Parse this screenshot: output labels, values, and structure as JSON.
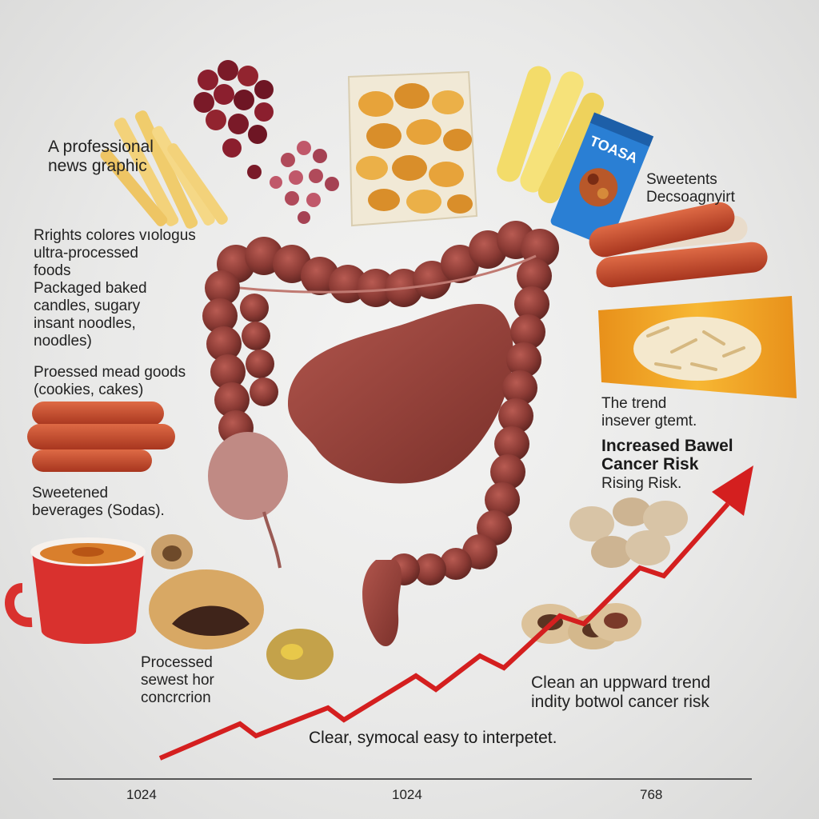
{
  "labels": {
    "top_left": [
      "A professional",
      "news graphic"
    ],
    "left_block": [
      "Rrights colores vıologus",
      "ultra-processed",
      "foods",
      "Packaged baked",
      "candles, sugary",
      "insant noodles,",
      "noodles)"
    ],
    "processed_meat": [
      "Proessed mead goods",
      "(cookies, cakes)"
    ],
    "beverages": [
      "Sweetened",
      "beverages (Sodas)."
    ],
    "processed_bottom": [
      "Processed",
      "sewest hor",
      "concrcrion"
    ],
    "top_right": [
      "Sweetents",
      "Decsoagnyirt"
    ],
    "trend_right": [
      "The trend",
      "insever gtemt."
    ],
    "risk_headline": [
      "Increased Bawel",
      "Cancer Risk"
    ],
    "risk_sub": "Rising Risk.",
    "trend_bottom": [
      "Clean an uppward trend",
      "indity botwol cancer risk"
    ]
  },
  "footer_text": "Clear, symocal easy to interpetet.",
  "axis_ticks": [
    "1024",
    "1024",
    "768"
  ],
  "snack_brand": "TOASA",
  "colors": {
    "arrow": "#d41f1f",
    "colon": "#8a3a34",
    "colon_light": "#b0554c",
    "sausage": "#c4462a",
    "chips": "#e7a33a",
    "bag_orange": "#f0a21c",
    "cup_red": "#d9312e"
  },
  "icons": [
    "sausages-icon",
    "chips-bag-icon",
    "candy-bar-icon",
    "coffee-cup-icon",
    "cookie-icon",
    "berries-icon",
    "fries-icon",
    "noodles-bag-icon",
    "colon-illustration",
    "trend-arrow-icon"
  ]
}
